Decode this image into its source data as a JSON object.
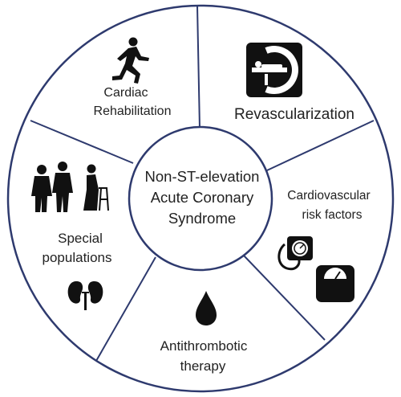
{
  "center": {
    "lines": [
      "Non-ST-elevation",
      "Acute Coronary",
      "Syndrome"
    ]
  },
  "segments": {
    "cardiac_rehab": {
      "lines": [
        "Cardiac",
        "Rehabilitation"
      ],
      "icon": "runner-icon"
    },
    "revascularization": {
      "lines": [
        "Revascularization"
      ],
      "icon": "cath-lab-scanner-icon"
    },
    "cv_risk": {
      "lines": [
        "Cardiovascular",
        "risk factors"
      ],
      "icons": [
        "blood-pressure-monitor-icon",
        "weight-scale-icon"
      ]
    },
    "antithrombotic": {
      "lines": [
        "Antithrombotic",
        "therapy"
      ],
      "icon": "blood-drop-icon"
    },
    "special_populations": {
      "lines": [
        "Special",
        "populations"
      ],
      "icons": [
        "elderly-people-icon",
        "kidneys-icon"
      ]
    }
  },
  "colors": {
    "outline": "#2e3a6e",
    "icon": "#111111",
    "text": "#222222"
  }
}
